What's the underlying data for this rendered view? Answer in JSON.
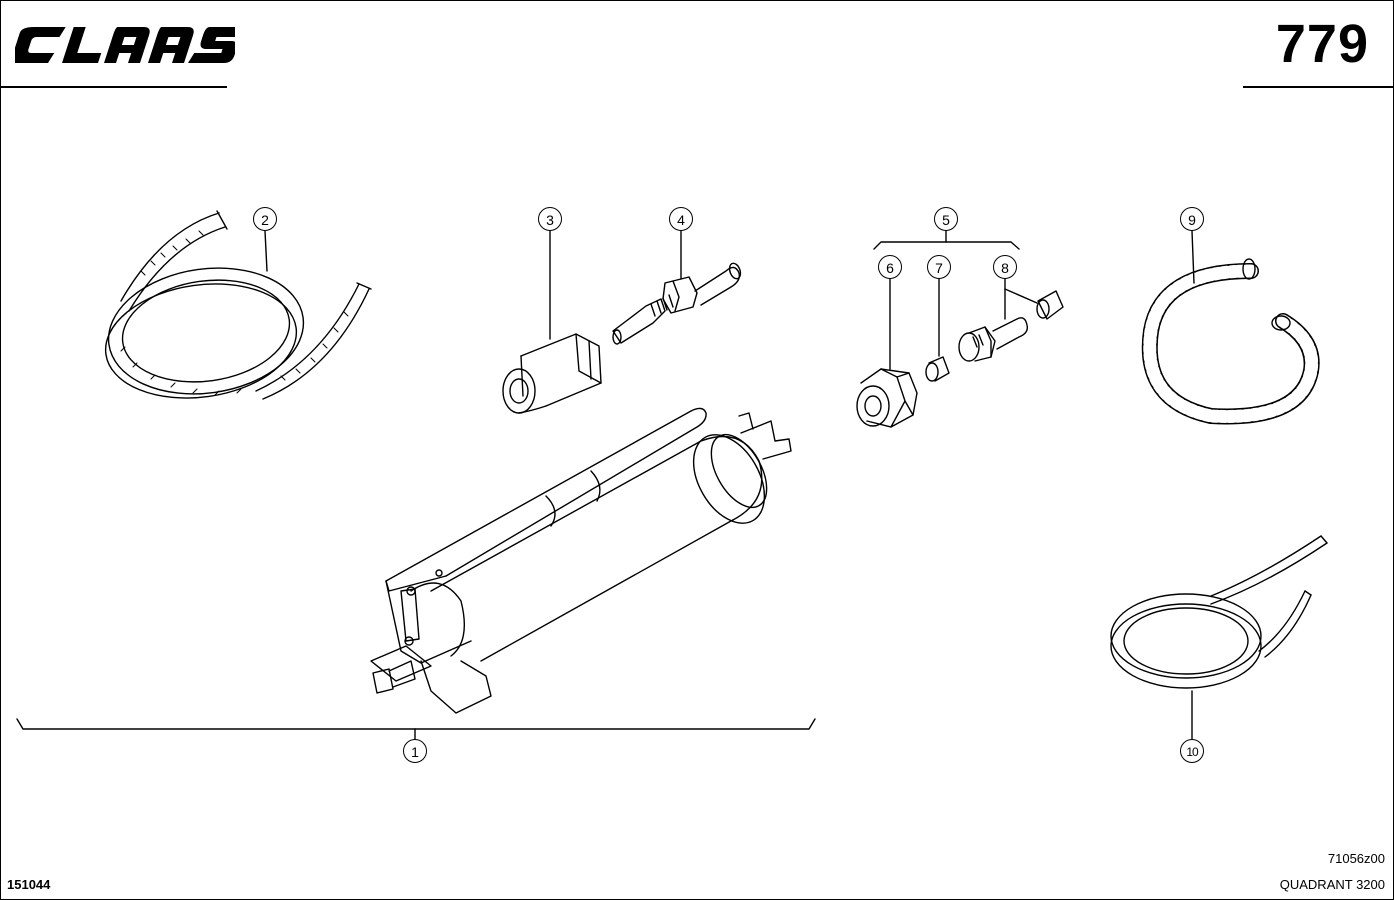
{
  "header": {
    "logo_text": "CLAAS",
    "page_number": "779"
  },
  "callouts": [
    {
      "label": "1"
    },
    {
      "label": "2"
    },
    {
      "label": "3"
    },
    {
      "label": "4"
    },
    {
      "label": "5"
    },
    {
      "label": "6"
    },
    {
      "label": "7"
    },
    {
      "label": "8"
    },
    {
      "label": "9"
    },
    {
      "label": "10"
    }
  ],
  "parts": [
    {
      "id": "1",
      "depicts": "grease-gun"
    },
    {
      "id": "2",
      "depicts": "coiled-hose"
    },
    {
      "id": "3",
      "depicts": "coupler-sleeve"
    },
    {
      "id": "4",
      "depicts": "nozzle-fitting"
    },
    {
      "id": "5",
      "depicts": "fitting-set"
    },
    {
      "id": "6",
      "depicts": "union-nut"
    },
    {
      "id": "7",
      "depicts": "cutting-ring"
    },
    {
      "id": "8",
      "depicts": "straight-connector"
    },
    {
      "id": "9",
      "depicts": "spiral-hose"
    },
    {
      "id": "10",
      "depicts": "coiled-pipe"
    }
  ],
  "footer": {
    "doc_number": "151044",
    "drawing_code": "71056z00",
    "model": "QUADRANT 3200"
  }
}
